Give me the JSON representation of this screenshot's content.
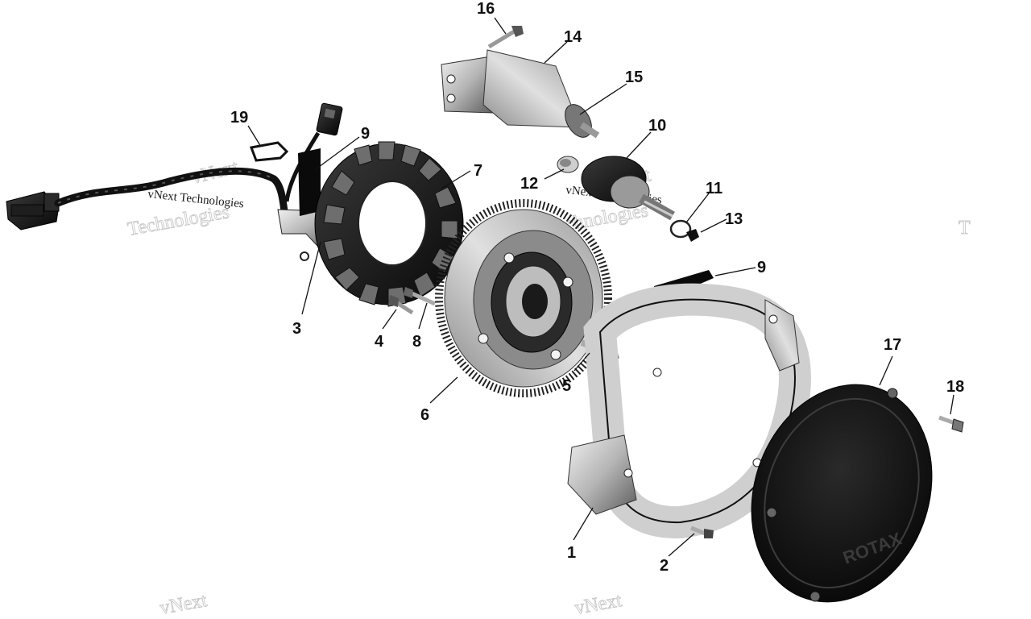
{
  "watermark": {
    "brand_top": "vNext",
    "brand_bottom": "Technologies",
    "small": "vNext Technologies",
    "partial_right": "T",
    "bottom_left": "vNext",
    "bottom_right": "vNext"
  },
  "callouts": {
    "c1": "1",
    "c2": "2",
    "c3": "3",
    "c4": "4",
    "c5": "5",
    "c6": "6",
    "c7": "7",
    "c8": "8",
    "c9a": "9",
    "c9b": "9",
    "c10": "10",
    "c11": "11",
    "c12": "12",
    "c13": "13",
    "c14": "14",
    "c15": "15",
    "c16": "16",
    "c17": "17",
    "c18": "18",
    "c19": "19"
  },
  "cover_logo": "ROTAX",
  "colors": {
    "ink": "#111111",
    "metal_light": "#d4d4d4",
    "metal_mid": "#9a9a9a",
    "metal_dark": "#4a4a4a",
    "black_part": "#0d0d0d"
  }
}
